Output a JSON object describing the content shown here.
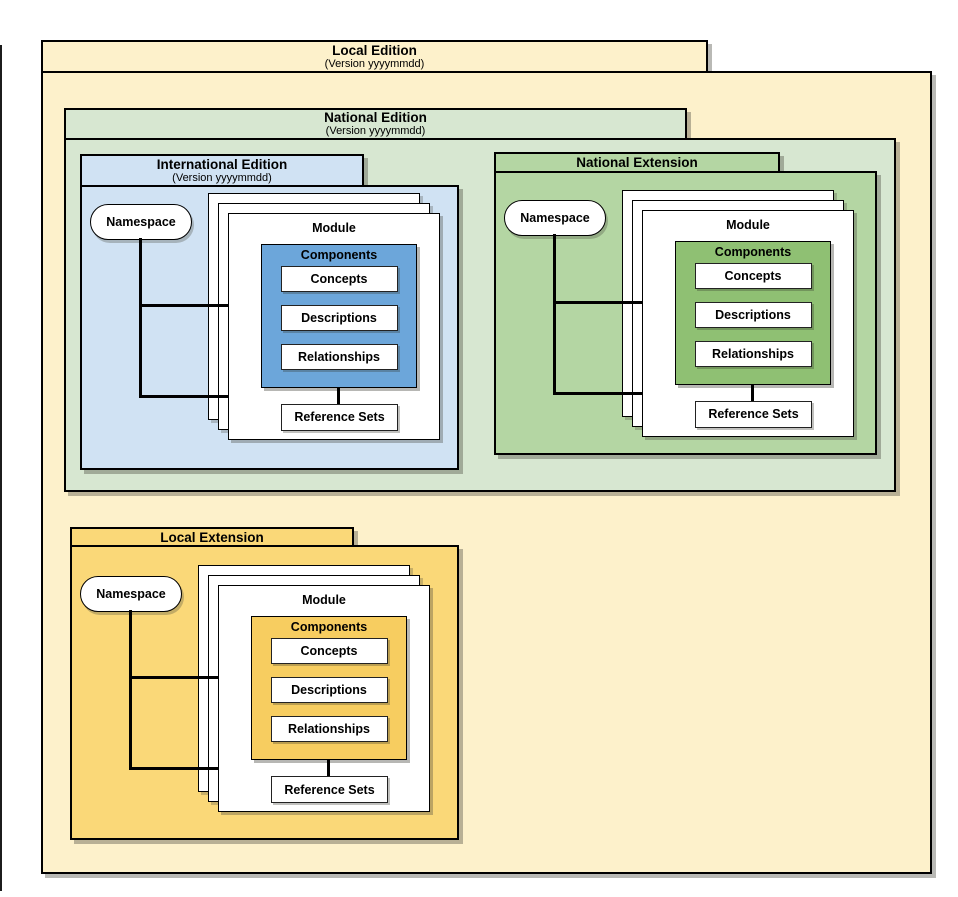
{
  "outer_folder": {
    "title": "Local Edition",
    "version": "(Version yyyymmdd)"
  },
  "national_folder": {
    "title": "National Edition",
    "version": "(Version yyyymmdd)"
  },
  "panels": [
    {
      "title": "International Edition",
      "version": "(Version yyyymmdd)",
      "namespace_label": "Namespace",
      "module_label": "Module",
      "components_label": "Components",
      "component_items": [
        "Concepts",
        "Descriptions",
        "Relationships"
      ],
      "reference_sets_label": "Reference Sets",
      "panel_color": "#D0E2F3",
      "components_color": "#6CA6DA"
    },
    {
      "title": "National Extension",
      "namespace_label": "Namespace",
      "module_label": "Module",
      "components_label": "Components",
      "component_items": [
        "Concepts",
        "Descriptions",
        "Relationships"
      ],
      "reference_sets_label": "Reference Sets",
      "panel_color": "#B4D6A3",
      "components_color": "#8FC073"
    },
    {
      "title": "Local Extension",
      "namespace_label": "Namespace",
      "module_label": "Module",
      "components_label": "Components",
      "component_items": [
        "Concepts",
        "Descriptions",
        "Relationships"
      ],
      "reference_sets_label": "Reference Sets",
      "panel_color": "#FAD878",
      "components_color": "#F7CD60"
    }
  ],
  "colors": {
    "local_edition_bg": "#FDF1CB",
    "national_edition_bg": "#D7E7D1",
    "card_bg": "#FFFFFF",
    "border": "#000000"
  }
}
